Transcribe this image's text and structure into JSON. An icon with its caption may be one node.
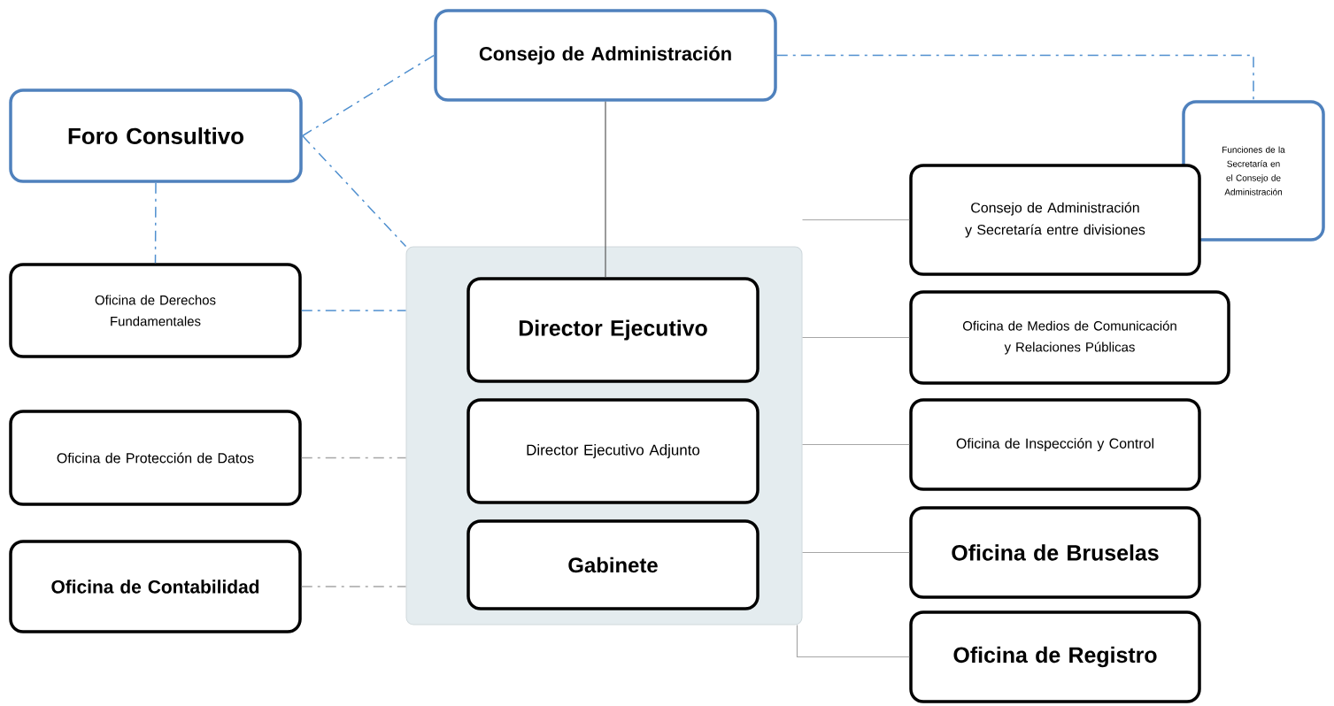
{
  "diagram": {
    "nodes": [
      {
        "text": [
          "Consejo de Administración"
        ]
      },
      {
        "text": [
          "Foro Consultivo"
        ]
      },
      {
        "text": [
          "Funciones de la Secretaría en el Consejo de Administración"
        ]
      },
      {
        "text": [],
        "shape": "box"
      },
      {
        "text": [
          "Director Ejecutivo"
        ],
        "in": 3
      },
      {
        "text": [
          "Director Ejecutivo Adjunto"
        ],
        "in": 3
      },
      {
        "text": [
          "Gabinete"
        ],
        "in": 3
      },
      {
        "text": [
          "Oficina de Derechos Fundamentales"
        ]
      },
      {
        "text": [
          "Oficina de Protección de Datos"
        ]
      },
      {
        "text": [
          "Oficina de Contabilidad"
        ]
      },
      {
        "text": [
          "Consejo de Administración y Secretaría entre divisiones"
        ]
      },
      {
        "text": [
          "Oficina de Medios de Comunicación y Relaciones Públicas"
        ]
      },
      {
        "text": [
          "Oficina de Inspección y Control"
        ]
      },
      {
        "text": [
          "Oficina de Bruselas"
        ]
      },
      {
        "text": [
          "Oficina de Registro"
        ]
      }
    ],
    "edges": [
      {
        "from": 1,
        "to": 0,
        "arrow": "none",
        "style": "dashed",
        "color": "#4f8fcf"
      },
      {
        "from": 1,
        "to": 3,
        "arrow": "none",
        "style": "dashed",
        "color": "#4f8fcf"
      },
      {
        "from": 1,
        "to": 7,
        "arrow": "none",
        "style": "dashed",
        "color": "#4f8fcf"
      },
      {
        "from": 7,
        "to": 3,
        "arrow": "none",
        "style": "dashed",
        "color": "#4f8fcf"
      },
      {
        "from": 0,
        "to": 2,
        "arrow": "none",
        "style": "dashed",
        "color": "#4f8fcf"
      },
      {
        "from": 0,
        "to": 4,
        "arrow": "none",
        "color": "#595959"
      },
      {
        "from": 8,
        "to": 3,
        "arrow": "none",
        "style": "dashed"
      },
      {
        "from": 9,
        "to": 3,
        "arrow": "none",
        "style": "dashed"
      },
      {
        "from": 3,
        "to": 10,
        "arrow": "none"
      },
      {
        "from": 3,
        "to": 11,
        "arrow": "none"
      },
      {
        "from": 3,
        "to": 12,
        "arrow": "none"
      },
      {
        "from": 3,
        "to": 13,
        "arrow": "none"
      },
      {
        "from": 3,
        "to": 14,
        "arrow": "none"
      }
    ]
  }
}
